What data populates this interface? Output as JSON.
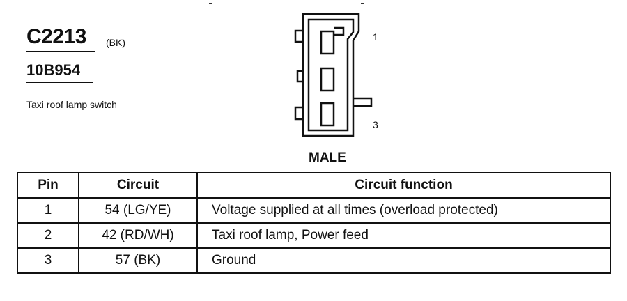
{
  "connector": {
    "id": "C2213",
    "color_code": "(BK)",
    "part_number": "10B954",
    "description": "Taxi roof lamp switch",
    "gender": "MALE",
    "pin_labels": [
      "1",
      "3"
    ]
  },
  "table": {
    "headers": [
      "Pin",
      "Circuit",
      "Circuit function"
    ],
    "rows": [
      {
        "pin": "1",
        "circuit": "54 (LG/YE)",
        "function": "Voltage supplied at all times (overload protected)"
      },
      {
        "pin": "2",
        "circuit": "42 (RD/WH)",
        "function": "Taxi roof lamp, Power feed"
      },
      {
        "pin": "3",
        "circuit": "57 (BK)",
        "function": "Ground"
      }
    ]
  }
}
